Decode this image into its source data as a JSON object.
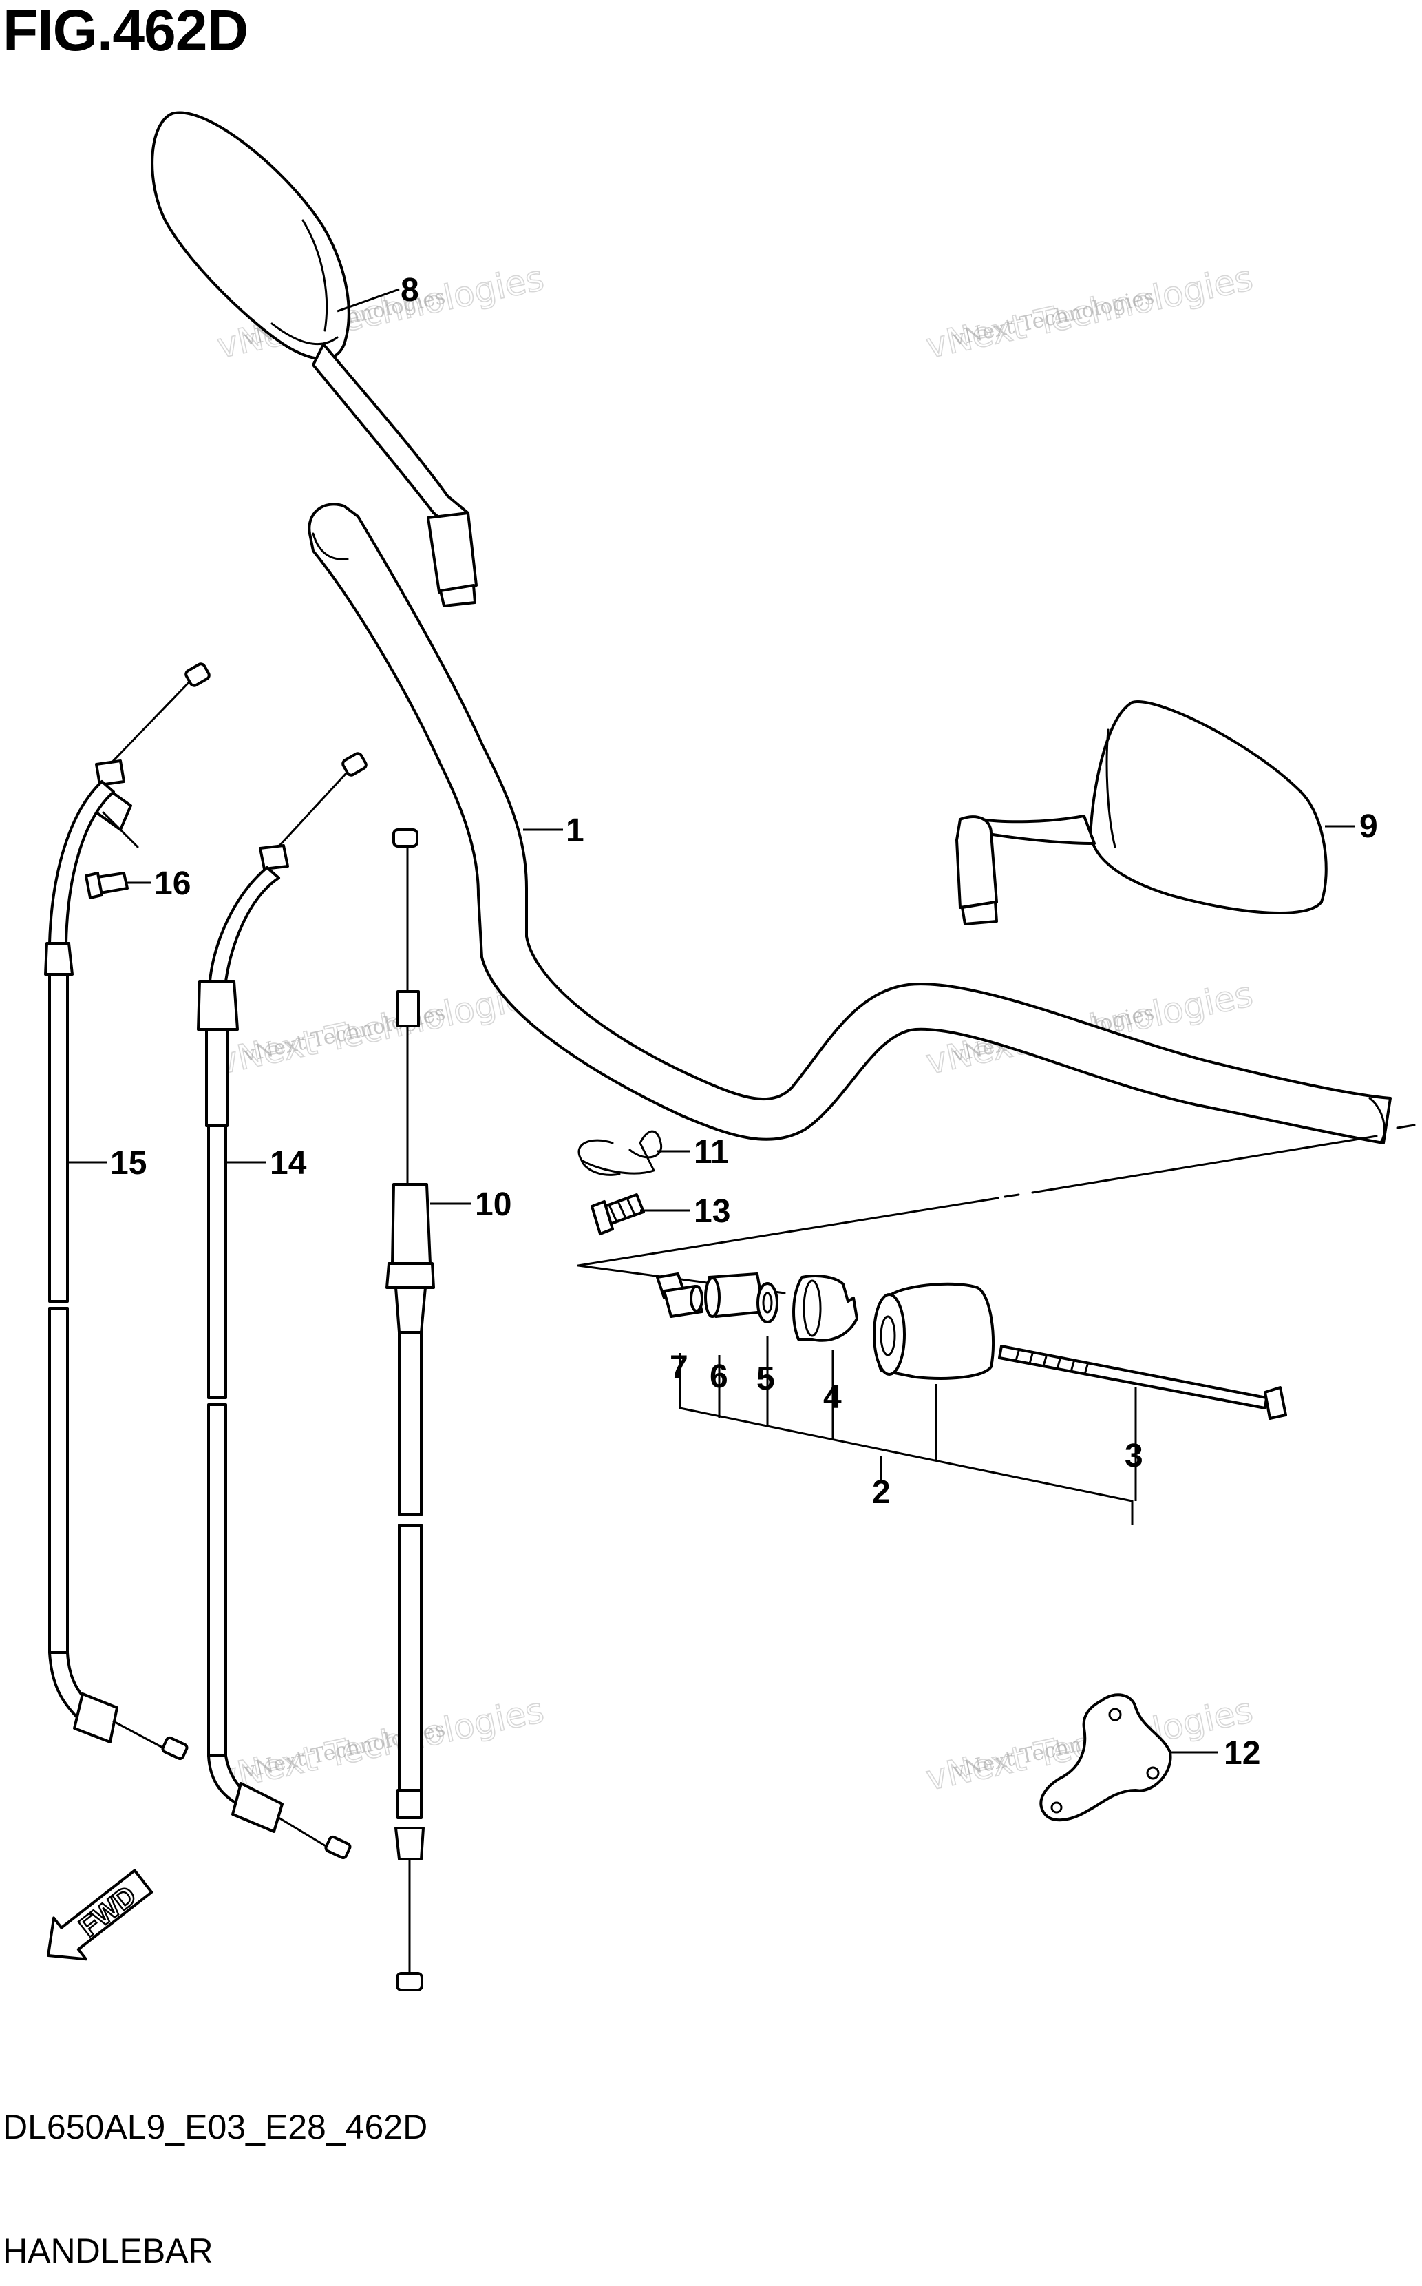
{
  "figure": {
    "title": "FIG.462D",
    "code": "DL650AL9_E03_E28_462D",
    "name": "HANDLEBAR"
  },
  "watermark": {
    "line1": "vNext Technologies",
    "line2": "vNext Technologies"
  },
  "fwd_label": "FWD",
  "callouts": {
    "c1": "1",
    "c2": "2",
    "c3": "3",
    "c4": "4",
    "c5": "5",
    "c6": "6",
    "c7": "7",
    "c8": "8",
    "c9": "9",
    "c10": "10",
    "c11": "11",
    "c12": "12",
    "c13": "13",
    "c14": "14",
    "c15": "15",
    "c16": "16"
  }
}
